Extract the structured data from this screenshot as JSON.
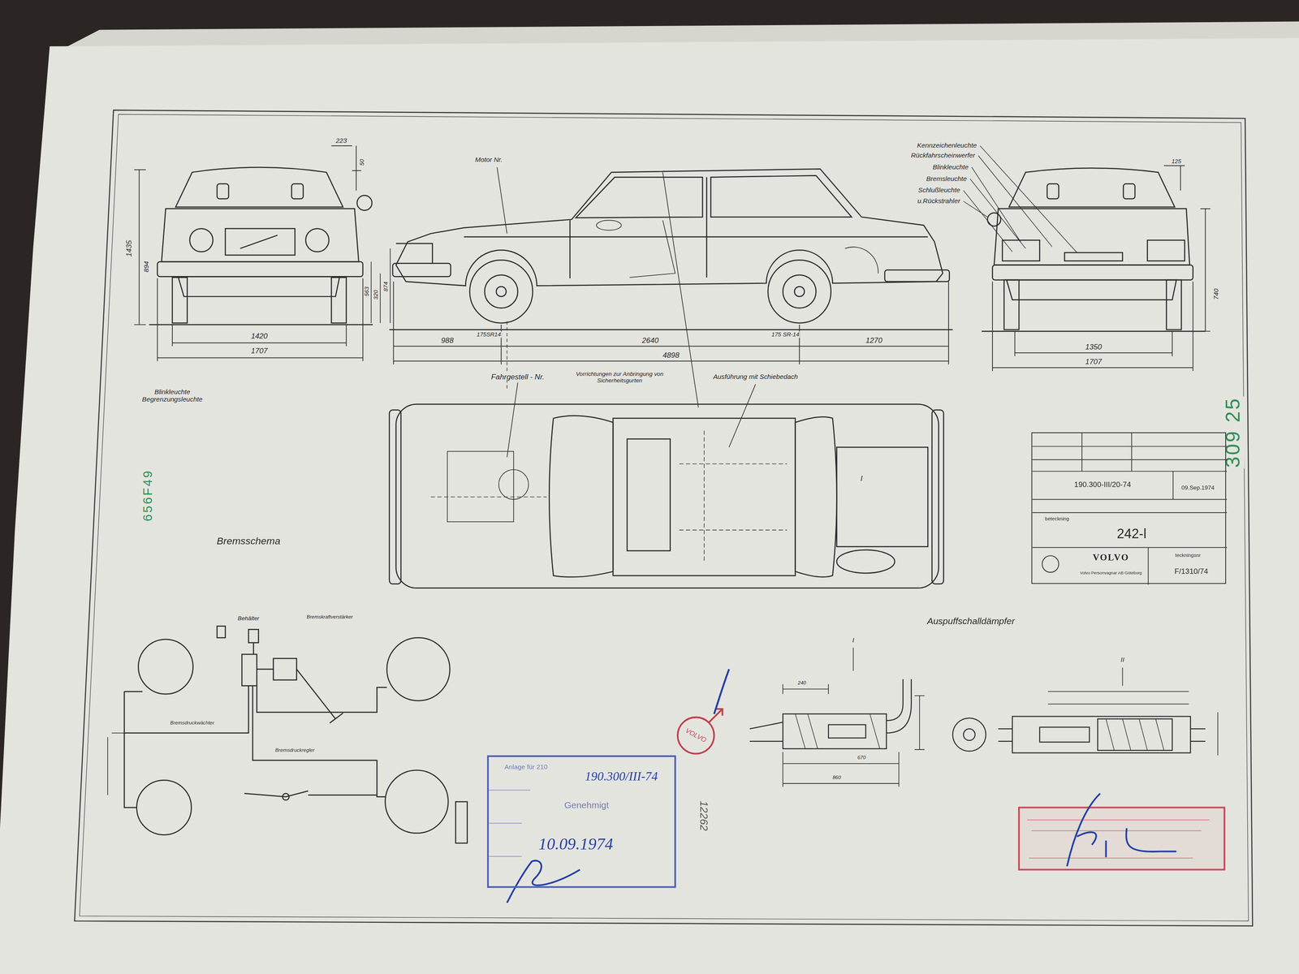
{
  "diagram": {
    "nodes": [
      {
        "text": [
          "190.300-III/20-74",
          "09.Sep.1974",
          "beteckning",
          "242-l",
          "VOLVO",
          "Volvo Personvagnar AB Göteborg",
          "teckningsnr",
          "F/1310/74"
        ]
      },
      {
        "text": [
          "Anlage für 210",
          "190.300/III-74",
          "Genehmigt",
          "10.09.1974"
        ]
      }
    ],
    "labels": [
      "223",
      "50",
      "1435",
      "894",
      "563",
      "320",
      "874",
      "1420",
      "1707",
      "Motor Nr.",
      "175SR14",
      "175 SR-14",
      "988",
      "2640",
      "1270",
      "4898",
      "Kennzeichenleuchte",
      "Rückfahrscheinwerfer",
      "Blinkleuchte",
      "Bremsleuchte",
      "Schlußleuchte",
      "u.Rückstrahler",
      "125",
      "740",
      "1350",
      "1707",
      "Blinkleuchte Begrenzungsleuchte",
      "Fahrgestell - Nr.",
      "Vorrichtungen zur Anbringung von Sicherheitsgurten",
      "Ausführung mit Schiebedach",
      "I",
      "656F49",
      "Bremsschema",
      "309 25",
      "Auspuffschalldämpfer",
      "Behälter",
      "Bremskraftverstärker",
      "Bremsdruckwächter",
      "Bremsdruckregler",
      "I",
      "II",
      "240",
      "670",
      "860",
      "VOLVO",
      "12262"
    ]
  }
}
